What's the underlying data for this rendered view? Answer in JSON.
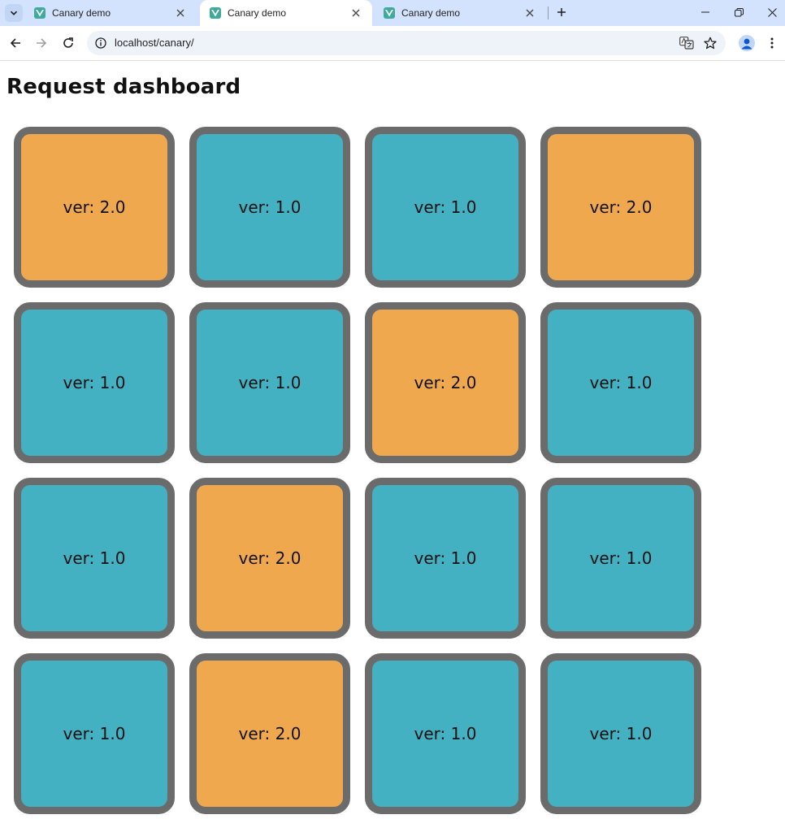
{
  "browser": {
    "tabs": [
      {
        "title": "Canary demo",
        "active": false
      },
      {
        "title": "Canary demo",
        "active": true
      },
      {
        "title": "Canary demo",
        "active": false
      }
    ],
    "url": "localhost/canary/"
  },
  "page": {
    "title": "Request dashboard"
  },
  "colors": {
    "v1": "#43b1c1",
    "v2": "#f0a84e",
    "border": "#6b6b6b"
  },
  "cards": [
    {
      "label": "ver: 2.0",
      "version": "2.0"
    },
    {
      "label": "ver: 1.0",
      "version": "1.0"
    },
    {
      "label": "ver: 1.0",
      "version": "1.0"
    },
    {
      "label": "ver: 2.0",
      "version": "2.0"
    },
    {
      "label": "ver: 1.0",
      "version": "1.0"
    },
    {
      "label": "ver: 1.0",
      "version": "1.0"
    },
    {
      "label": "ver: 2.0",
      "version": "2.0"
    },
    {
      "label": "ver: 1.0",
      "version": "1.0"
    },
    {
      "label": "ver: 1.0",
      "version": "1.0"
    },
    {
      "label": "ver: 2.0",
      "version": "2.0"
    },
    {
      "label": "ver: 1.0",
      "version": "1.0"
    },
    {
      "label": "ver: 1.0",
      "version": "1.0"
    },
    {
      "label": "ver: 1.0",
      "version": "1.0"
    },
    {
      "label": "ver: 2.0",
      "version": "2.0"
    },
    {
      "label": "ver: 1.0",
      "version": "1.0"
    },
    {
      "label": "ver: 1.0",
      "version": "1.0"
    }
  ]
}
